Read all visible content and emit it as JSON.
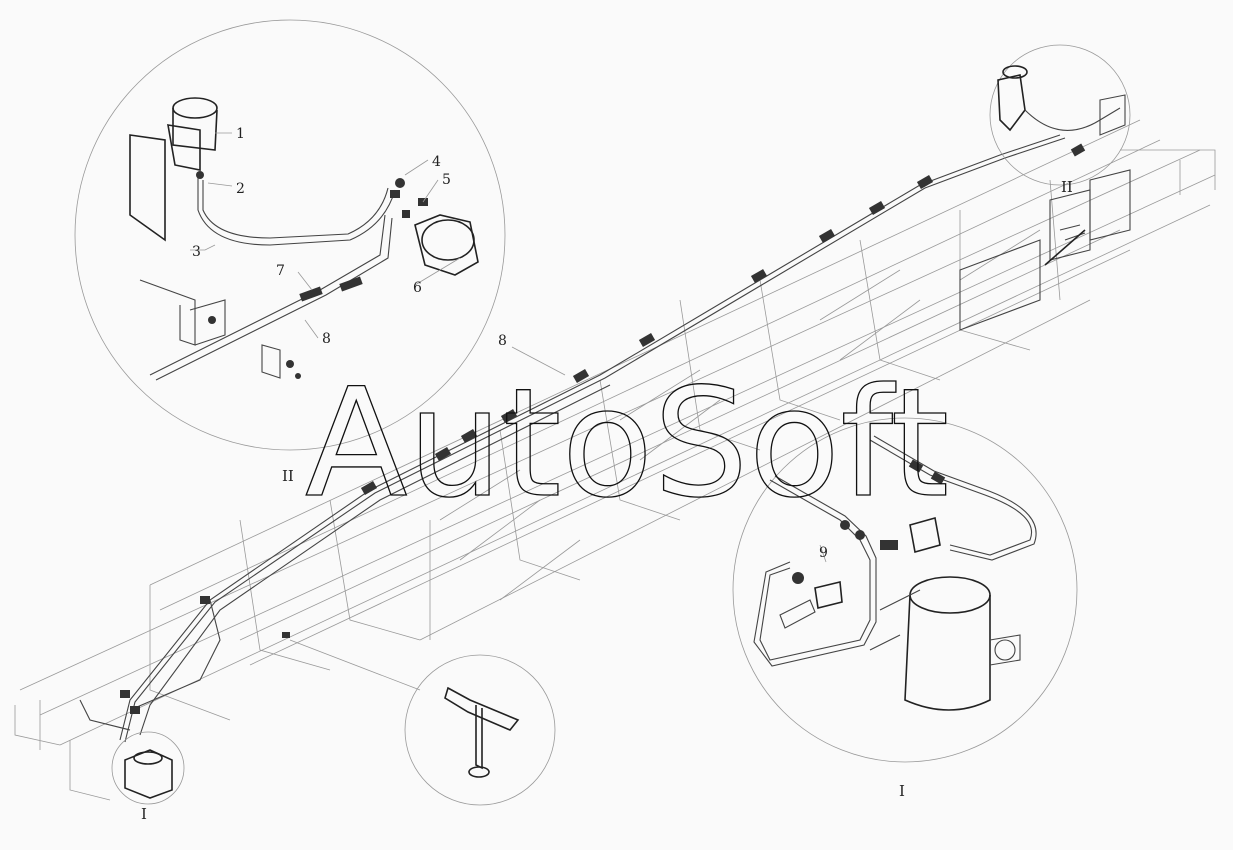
{
  "diagram": {
    "watermark": "AutoSoft",
    "callouts": {
      "detail_II": {
        "view_label": "II",
        "items": [
          "1",
          "2",
          "3",
          "4",
          "5",
          "6",
          "7",
          "8"
        ]
      },
      "detail_I": {
        "view_label": "I",
        "items": [
          "9"
        ]
      },
      "main": {
        "pipe_label": "8",
        "ref_II": "II",
        "ref_I": "I"
      }
    }
  }
}
